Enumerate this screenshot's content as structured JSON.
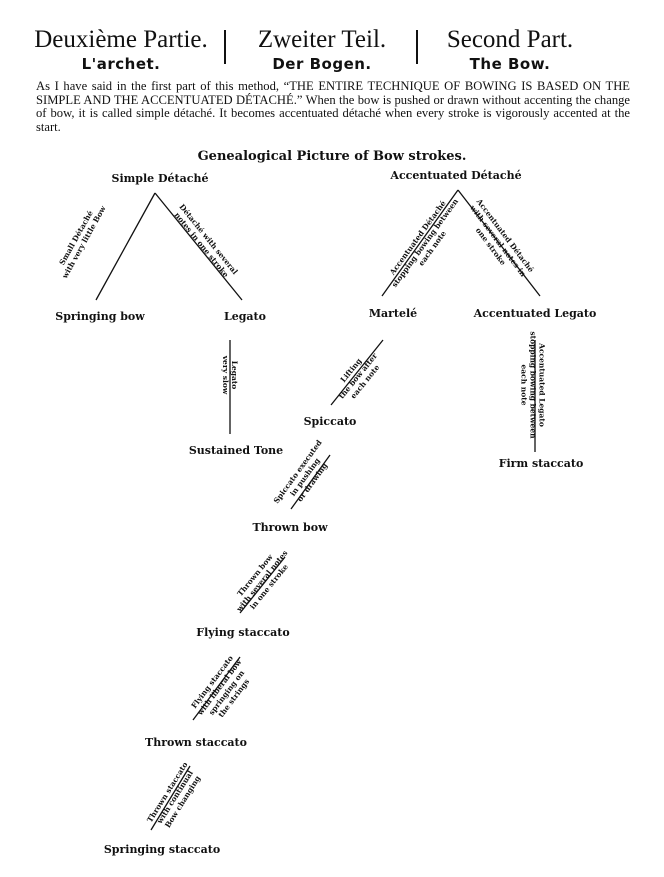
{
  "header": {
    "col1": {
      "title": "Deuxième Partie.",
      "subtitle": "L'archet."
    },
    "col2": {
      "title": "Zweiter Teil.",
      "subtitle": "Der Bogen."
    },
    "col3": {
      "title": "Second Part.",
      "subtitle": "The Bow."
    }
  },
  "intro": "As I have said in the first part of this method, “THE ENTIRE TECHNIQUE OF BOWING IS BASED ON THE SIMPLE AND THE ACCENTUATED DÉTACHÉ.” When the bow is pushed or drawn without accenting the change of bow, it is called simple détaché. It becomes accentuated détaché when every stroke is vigorously accented at the start.",
  "diagram": {
    "title": "Genealogical Picture of Bow strokes.",
    "nodes": {
      "simple_detache": "Simple Détaché",
      "accentuated_detache": "Accentuated Détaché",
      "springing_bow": "Springing bow",
      "legato": "Legato",
      "martele": "Martelé",
      "accentuated_legato": "Accentuated Legato",
      "sustained_tone": "Sustained Tone",
      "spiccato": "Spiccato",
      "firm_staccato": "Firm staccato",
      "thrown_bow": "Thrown bow",
      "flying_staccato": "Flying staccato",
      "thrown_staccato": "Thrown staccato",
      "springing_staccato": "Springing staccato"
    },
    "edges": {
      "small_detache": "Small Détaché\nwith very little Bow",
      "detache_several": "Détaché with several\nnotes in one stroke",
      "accentuated_detache_stopping": "Accentuated Détaché\nstopping bowing between\neach note",
      "accentuated_detache_several": "Accentuated Détaché\nwith several notes in\none stroke",
      "legato_very_slow": "Legato\nvery slow",
      "lifting": "Lifting\nthe bow after\neach note",
      "accentuated_legato_stopping": "Accentuated Legato\nstopping bowing between\neach note",
      "spiccato_executed": "Spiccato executed\nin pushing\nor drawing",
      "thrown_bow_several": "Thrown bow\nwith several notes\nin one stroke",
      "flying_staccato_liberal": "Flying staccato\nwith liberal bow\nspringing on\nthe strings",
      "thrown_staccato_continual": "Thrown staccato\nwith continual\nBow changing"
    }
  }
}
